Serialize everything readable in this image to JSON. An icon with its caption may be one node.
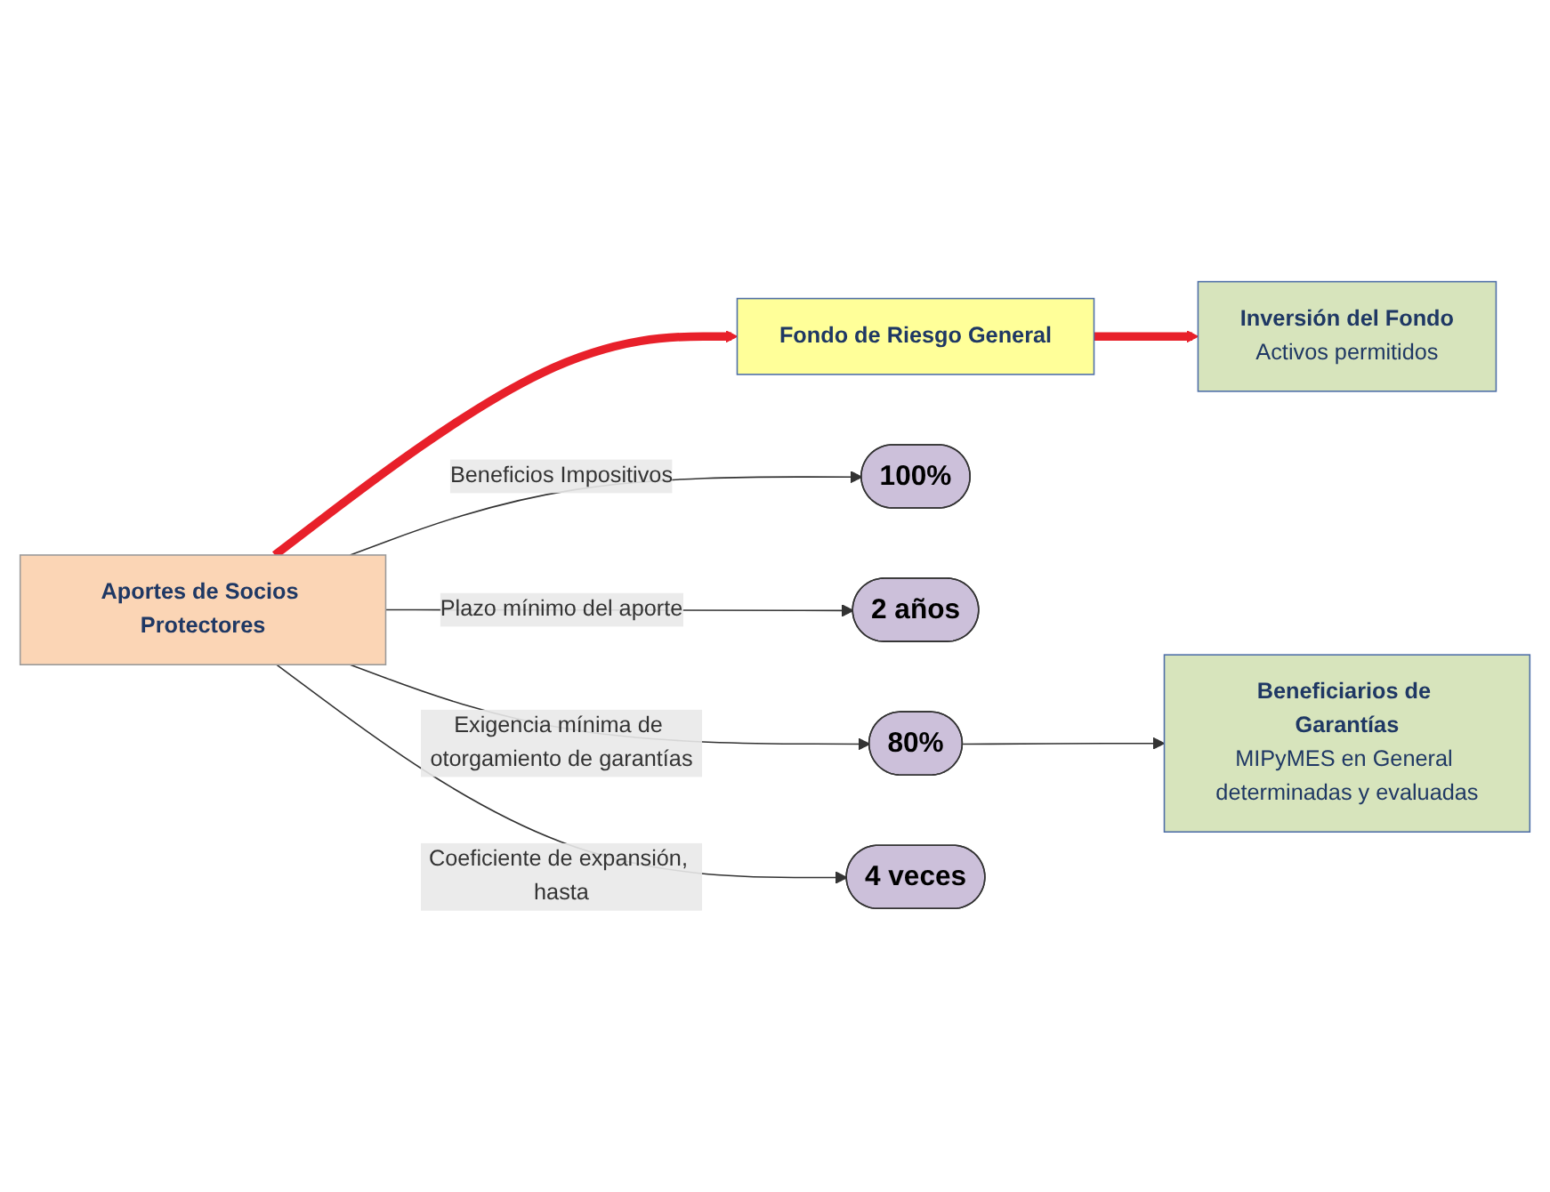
{
  "diagram": {
    "nodes": [
      {
        "text": [
          "Aportes de Socios Protectores"
        ]
      },
      {
        "text": [
          "Fondo de Riesgo General"
        ]
      },
      {
        "text": [
          "Inversión del Fondo",
          "Activos permitidos"
        ]
      },
      {
        "text": [
          "100%"
        ]
      },
      {
        "text": [
          "2 años"
        ]
      },
      {
        "text": [
          "80%"
        ]
      },
      {
        "text": [
          "Beneficiarios de Garantías",
          "MIPyMES en General determinadas y evaluadas"
        ]
      },
      {
        "text": [
          "4 veces"
        ]
      }
    ],
    "edges": [
      {
        "from": 0,
        "to": 1,
        "arrow": "to",
        "style": "thick",
        "color": "#e8202a"
      },
      {
        "from": 1,
        "to": 2,
        "arrow": "to",
        "style": "thick",
        "color": "#e8202a"
      },
      {
        "from": 0,
        "to": 3,
        "arrow": "to",
        "label": "Beneficios Impositivos"
      },
      {
        "from": 0,
        "to": 4,
        "arrow": "to",
        "label": "Plazo mínimo del aporte"
      },
      {
        "from": 0,
        "to": 5,
        "arrow": "to",
        "label": "Exigencia mínima de otorgamiento de garantías"
      },
      {
        "from": 5,
        "to": 6,
        "arrow": "to"
      },
      {
        "from": 0,
        "to": 7,
        "arrow": "to",
        "label": "Coeficiente de expansión, hasta"
      }
    ]
  }
}
